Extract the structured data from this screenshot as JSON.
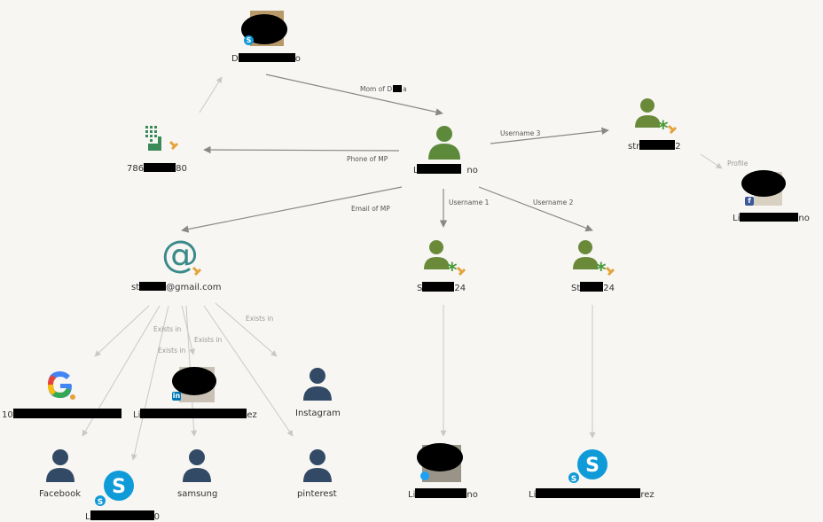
{
  "nodes": {
    "daughter": {
      "label_start": "D",
      "label_end": "o",
      "icon": "photo-skype-icon"
    },
    "main_person": {
      "label_start": "Li",
      "label_end": "no",
      "icon": "person-icon"
    },
    "phone": {
      "label_start": "786",
      "label_end": "80",
      "icon": "phone-keypad-icon"
    },
    "username3": {
      "label_start": "str",
      "label_end": "2",
      "icon": "user-asterisk-icon"
    },
    "facebook_profile": {
      "label_start": "Li",
      "label_end": "no",
      "icon": "photo-facebook-icon"
    },
    "email": {
      "label_start": "st",
      "label_end": "@gmail.com",
      "icon": "at-sign-icon"
    },
    "username1": {
      "label_start": "S",
      "label_end": "24",
      "icon": "user-asterisk-icon"
    },
    "username2": {
      "label_start": "St",
      "label_end": "24",
      "icon": "user-asterisk-icon"
    },
    "google": {
      "label_start": "10",
      "label_end": "",
      "icon": "google-icon"
    },
    "linkedin": {
      "label_start": "Li",
      "label_end": "ez",
      "icon": "photo-linkedin-icon"
    },
    "instagram": {
      "label": "Instagram",
      "icon": "person-icon"
    },
    "facebook": {
      "label": "Facebook",
      "icon": "person-icon"
    },
    "skype_email": {
      "label_start": "L",
      "label_end": "0",
      "icon": "skype-icon"
    },
    "samsung": {
      "label": "samsung",
      "icon": "person-icon"
    },
    "pinterest": {
      "label": "pinterest",
      "icon": "person-icon"
    },
    "twitter_profile": {
      "label_start": "Li",
      "label_end": "no",
      "icon": "photo-twitter-icon"
    },
    "skype_user2": {
      "label_start": "Li",
      "label_end": "rez",
      "icon": "skype-icon"
    }
  },
  "edges": {
    "mom_of": {
      "label_start": "Mom of D",
      "label_end": "a"
    },
    "phone_of": {
      "label": "Phone of MP"
    },
    "username3": {
      "label": "Username 3"
    },
    "profile": {
      "label": "Profile"
    },
    "email_of": {
      "label": "Email of MP"
    },
    "username1": {
      "label": "Username 1"
    },
    "username2": {
      "label": "Username 2"
    },
    "exists_in": {
      "label": "Exists in"
    }
  },
  "colors": {
    "person_green": "#5c8a3a",
    "user_olive": "#6a8a3a",
    "asterisk_green": "#4a9a3a",
    "pin_orange": "#e5a23a",
    "at_teal": "#3a8a8a",
    "phone_green": "#3a8a5a",
    "dark_person": "#334a66",
    "skype_blue": "#0f9ad8",
    "edge_dark": "#888888",
    "edge_light": "#c8c8c8"
  }
}
